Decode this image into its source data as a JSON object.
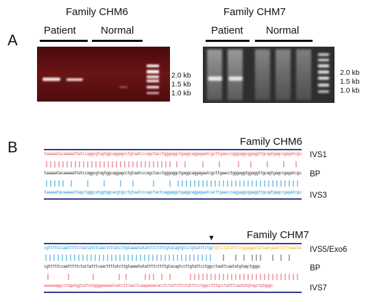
{
  "panel_a": {
    "letter": "A",
    "gel_left": {
      "family": "Family CHM6",
      "groups": [
        "Patient",
        "Normal"
      ],
      "markers": [
        "2.0 kb",
        "1.5 kb",
        "1.0 kb"
      ],
      "background": "#5a0e10"
    },
    "gel_right": {
      "family": "Family CHM7",
      "groups": [
        "Patient",
        "Normal"
      ],
      "markers": [
        "2.0 kb",
        "1.5 kb",
        "1.0 kb"
      ],
      "background": "#3a3a3a"
    }
  },
  "panel_b": {
    "letter": "B",
    "alignment_1": {
      "family": "Family CHM6",
      "rows": [
        {
          "label": "IVS1",
          "color": "#e4566a",
          "seq": "taaaaatacaaaaattatccaggcgtagtggcaggagcctgtaatcccagctacctgggaggctgaggcaggagaatcgcttgaacccgggaggcggaggttgcagtgagccgagatcgcgcc"
        },
        {
          "label": "BP",
          "color": "#333333",
          "seq": "taaaaatacaaaaattatccaggcgtagtggcaggagcctgtaatcccagctacctgggaggctgaggcaggagaatcgcttgaacctgggaggtggaggttgcagtgagccgagatcgcacc"
        },
        {
          "label": "IVS3",
          "color": "#2a9bd4",
          "seq": "taaaaatacaaaaattagctgggcatggtggcacgtgcctgtaatcccagctactcaggaggctgaggcaggagaatcacttgaacccaggaggcggaggttgcagtgagccgagatcgcgcc"
        }
      ]
    },
    "alignment_2": {
      "family": "Family CHM7",
      "marker": "▼",
      "rows": [
        {
          "label": "IVS5/Exo6",
          "color": "#2a9bd4",
          "seq": "cgtttttccaatttttctactatttcaacttttatcttgtaaaatatattttcttttgtacagtgtcctgtatttctggaggatactaatgaatctcttaaataa",
          "highlight_color": "#f0b429"
        },
        {
          "label": "BP",
          "color": "#333333",
          "seq": "cgtttttccaatttttctactatttcaacttttatcttgtaaaatatattttcttttgtacagtccttgtattcctggcctaattcaatatgtagctgggc"
        },
        {
          "label": "IVS7",
          "color": "#e4566a",
          "seq": "aaaaaaggcctagatggtattatggggaaaaataatcttcaactcaagaaaacacctctatttttctatttcctggcctttgcctatttcaatatgtagctgtgggc"
        }
      ]
    }
  }
}
